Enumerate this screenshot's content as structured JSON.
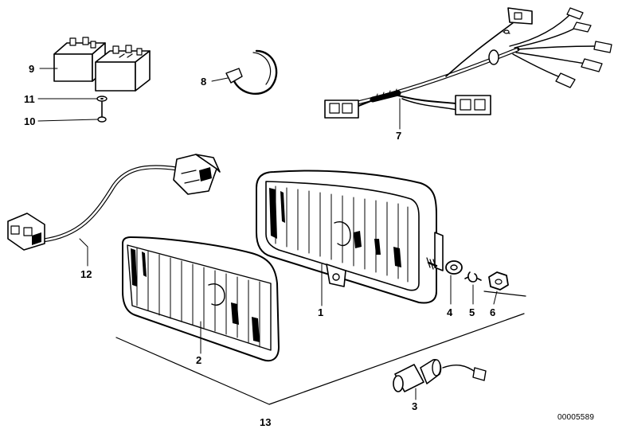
{
  "callouts": [
    {
      "id": "1",
      "label": "1"
    },
    {
      "id": "2",
      "label": "2"
    },
    {
      "id": "3",
      "label": "3"
    },
    {
      "id": "4",
      "label": "4"
    },
    {
      "id": "5",
      "label": "5"
    },
    {
      "id": "6",
      "label": "6"
    },
    {
      "id": "7",
      "label": "7"
    },
    {
      "id": "8",
      "label": "8"
    },
    {
      "id": "9",
      "label": "9"
    },
    {
      "id": "10",
      "label": "10"
    },
    {
      "id": "11",
      "label": "11"
    },
    {
      "id": "12",
      "label": "12"
    },
    {
      "id": "13",
      "label": "13"
    }
  ],
  "catalog_number": "00005589",
  "colors": {
    "ink": "#000000",
    "paper": "#ffffff"
  }
}
